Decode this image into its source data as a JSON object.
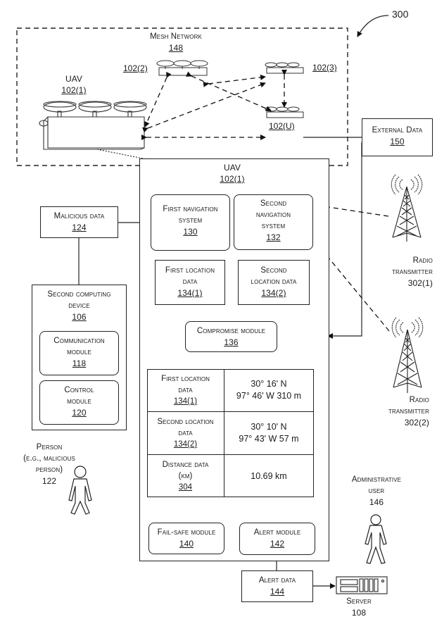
{
  "figure": {
    "number": "300",
    "mesh_network": {
      "title": "Mesh Network",
      "ref": "148"
    },
    "uavs": [
      {
        "label": "UAV",
        "ref": "102(1)"
      },
      {
        "label": "",
        "ref": "102(2)"
      },
      {
        "label": "",
        "ref": "102(3)"
      },
      {
        "label": "",
        "ref": "102(U)"
      }
    ],
    "external_data": {
      "label": "External Data",
      "ref": "150"
    },
    "uav_detail": {
      "title": "UAV",
      "ref": "102(1)",
      "first_nav": {
        "label_line1": "First navigation",
        "label_line2": "system",
        "ref": "130"
      },
      "second_nav": {
        "label_line1": "Second",
        "label_line2": "navigation",
        "label_line3": "system",
        "ref": "132"
      },
      "first_loc": {
        "label_line1": "First location",
        "label_line2": "data",
        "ref": "134(1)"
      },
      "second_loc": {
        "label_line1": "Second",
        "label_line2": "location data",
        "ref": "134(2)"
      },
      "compromise": {
        "label": "Compromise module",
        "ref": "136"
      },
      "table": [
        {
          "label_line1": "First location",
          "label_line2": "data",
          "ref": "134(1)",
          "value_line1": "30° 16' N",
          "value_line2": "97° 46' W 310 m"
        },
        {
          "label_line1": "Second location",
          "label_line2": "data",
          "ref": "134(2)",
          "value_line1": "30° 10' N",
          "value_line2": "97° 43' W 57 m"
        },
        {
          "label_line1": "Distance data",
          "label_line2": "(km)",
          "ref": "304",
          "value_line1": "10.69 km",
          "value_line2": ""
        }
      ],
      "failsafe": {
        "label": "Fail-safe module",
        "ref": "140"
      },
      "alert_module": {
        "label": "Alert module",
        "ref": "142"
      }
    },
    "malicious_data": {
      "label": "Malicious data",
      "ref": "124"
    },
    "second_device": {
      "label_line1": "Second computing",
      "label_line2": "device",
      "ref": "106",
      "comm_module": {
        "label_line1": "Communication",
        "label_line2": "module",
        "ref": "118"
      },
      "control_module": {
        "label_line1": "Control",
        "label_line2": "module",
        "ref": "120"
      }
    },
    "person": {
      "line1": "Person",
      "line2": "(e.g., malicious",
      "line3": "person)",
      "ref": "122"
    },
    "radio1": {
      "line1": "Radio",
      "line2": "transmitter",
      "ref": "302(1)"
    },
    "radio2": {
      "line1": "Radio",
      "line2": "transmitter",
      "ref": "302(2)"
    },
    "admin": {
      "line1": "Administrative",
      "line2": "user",
      "ref": "146"
    },
    "alert_data": {
      "label": "Alert data",
      "ref": "144"
    },
    "server": {
      "label": "Server",
      "ref": "108"
    }
  }
}
